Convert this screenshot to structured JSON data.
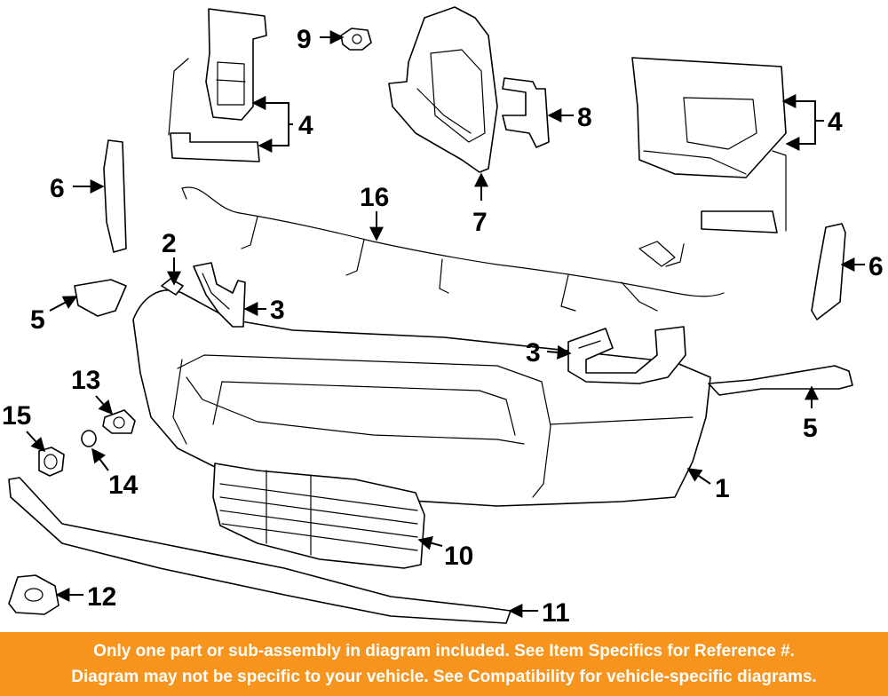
{
  "callouts": {
    "c1": "1",
    "c2": "2",
    "c3a": "3",
    "c3b": "3",
    "c4a": "4",
    "c4b": "4",
    "c5a": "5",
    "c5b": "5",
    "c6a": "6",
    "c6b": "6",
    "c7": "7",
    "c8": "8",
    "c9": "9",
    "c10": "10",
    "c11": "11",
    "c12": "12",
    "c13": "13",
    "c14": "14",
    "c15": "15",
    "c16": "16"
  },
  "banner": {
    "line1": "Only one part or sub-assembly in diagram included. See Item Specifics for Reference #.",
    "line2": "Diagram may not be specific to your vehicle. See Compatibility for vehicle-specific diagrams."
  },
  "colors": {
    "banner_bg": "#f7941d",
    "banner_text": "#ffffff",
    "line_art": "#000000"
  }
}
